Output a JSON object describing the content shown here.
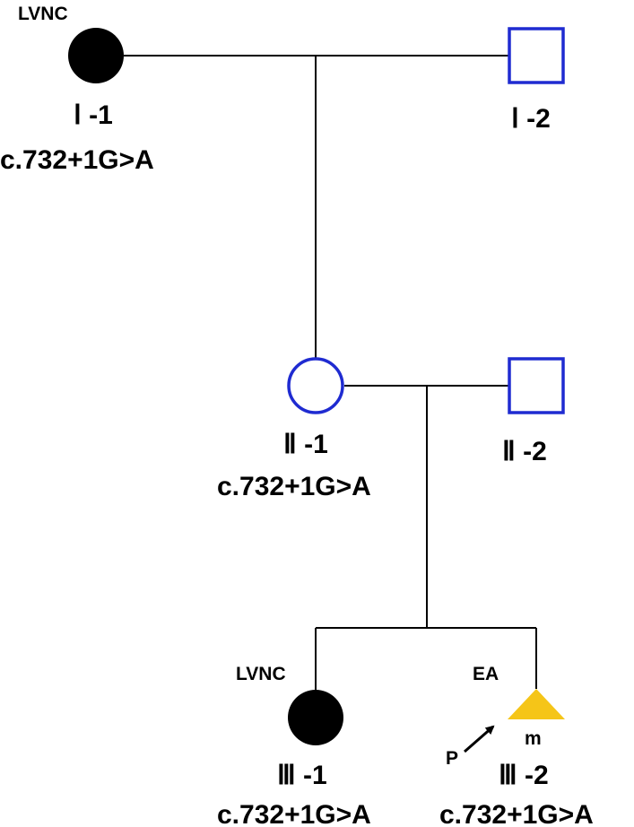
{
  "pedigree": {
    "colors": {
      "affected": "#000000",
      "unaffected_outline": "#1f2bd1",
      "pregnancy_loss": "#f5c518",
      "line": "#000000"
    },
    "individuals": {
      "I_1": {
        "id_label": "Ⅰ -1",
        "diagnosis": "LVNC",
        "variant": "c.732+1G>A",
        "sex": "female",
        "status": "affected"
      },
      "I_2": {
        "id_label": "Ⅰ -2",
        "sex": "male",
        "status": "unaffected"
      },
      "II_1": {
        "id_label": "Ⅱ -1",
        "variant": "c.732+1G>A",
        "sex": "female",
        "status": "carrier"
      },
      "II_2": {
        "id_label": "Ⅱ -2",
        "sex": "male",
        "status": "unaffected"
      },
      "III_1": {
        "id_label": "Ⅲ -1",
        "diagnosis": "LVNC",
        "variant": "c.732+1G>A",
        "sex": "female",
        "status": "affected"
      },
      "III_2": {
        "id_label": "Ⅲ -2",
        "diagnosis": "EA",
        "variant": "c.732+1G>A",
        "sex": "unknown",
        "status": "pregnancy-loss",
        "marker": "m",
        "proband_label": "P"
      }
    }
  }
}
